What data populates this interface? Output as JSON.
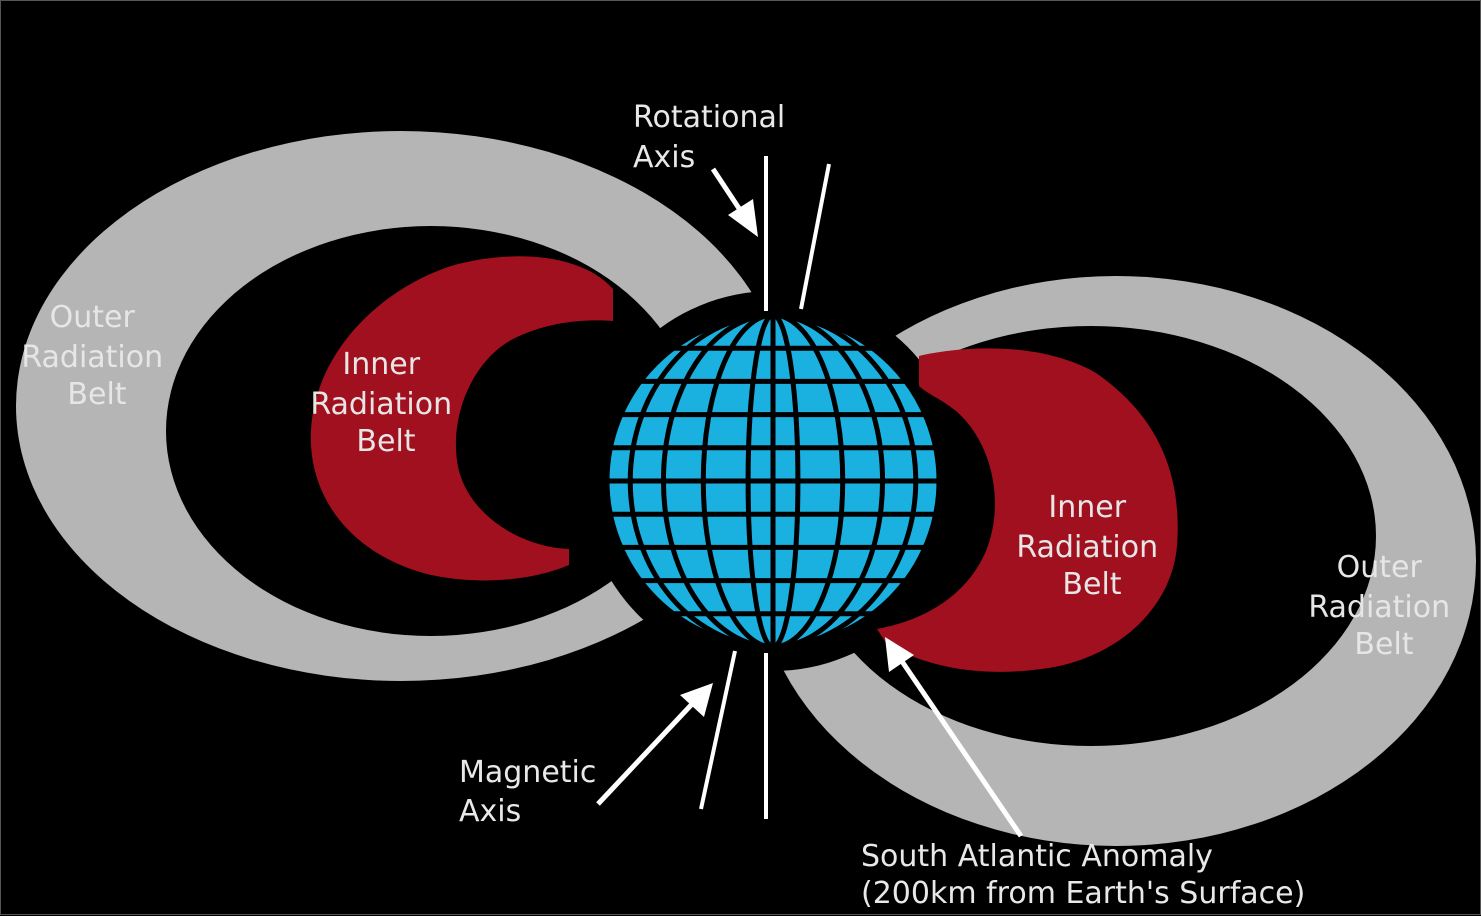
{
  "labels": {
    "rotational_axis": [
      "Rotational",
      "Axis"
    ],
    "magnetic_axis": [
      "Magnetic",
      "Axis"
    ],
    "outer_belt_left": [
      "Outer",
      "Radiation",
      "Belt"
    ],
    "outer_belt_right": [
      "Outer",
      "Radiation",
      "Belt"
    ],
    "inner_belt_left": [
      "Inner",
      "Radiation",
      "Belt"
    ],
    "inner_belt_right": [
      "Inner",
      "Radiation",
      "Belt"
    ],
    "saa": [
      "South Atlantic Anomaly",
      "(200km from Earth's Surface)"
    ]
  },
  "colors": {
    "background": "#000000",
    "outer_belt": "#b5b5b5",
    "inner_belt": "#a0101e",
    "earth": "#1ab0e0",
    "grid": "#000000",
    "axis": "#ffffff",
    "text": "#e8e8e8"
  }
}
